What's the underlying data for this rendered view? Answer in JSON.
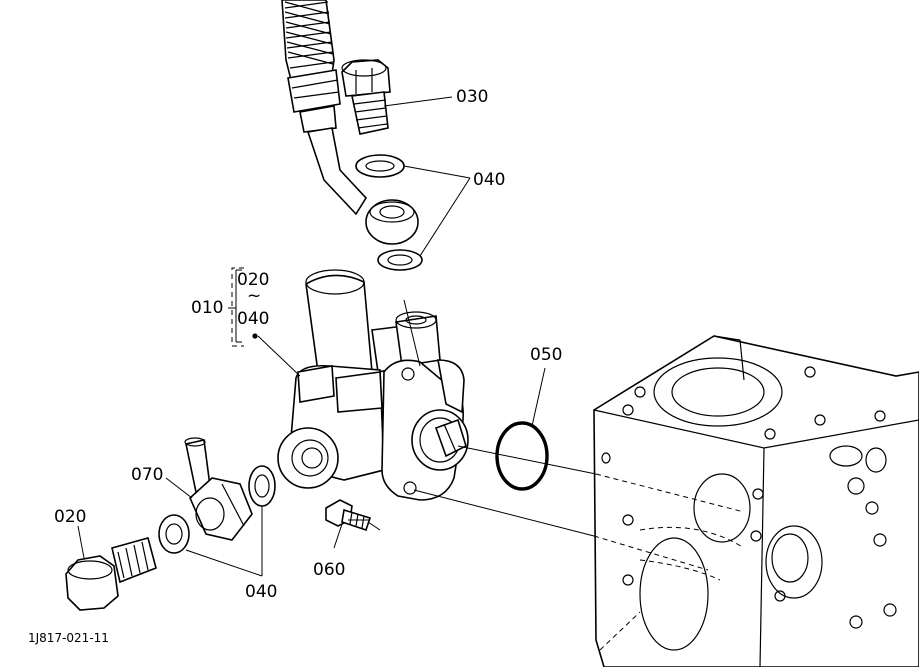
{
  "labels": {
    "p030": "030",
    "p040_top": "040",
    "p010": "010",
    "p020_range_start": "020",
    "range_tilde": "~",
    "p040_range_end": "040",
    "p050": "050",
    "p070": "070",
    "p020": "020",
    "p060": "060",
    "p040_bottom": "040"
  },
  "drawing_code": "1J817-021-11",
  "colors": {
    "line": "#000000",
    "background": "#ffffff"
  }
}
